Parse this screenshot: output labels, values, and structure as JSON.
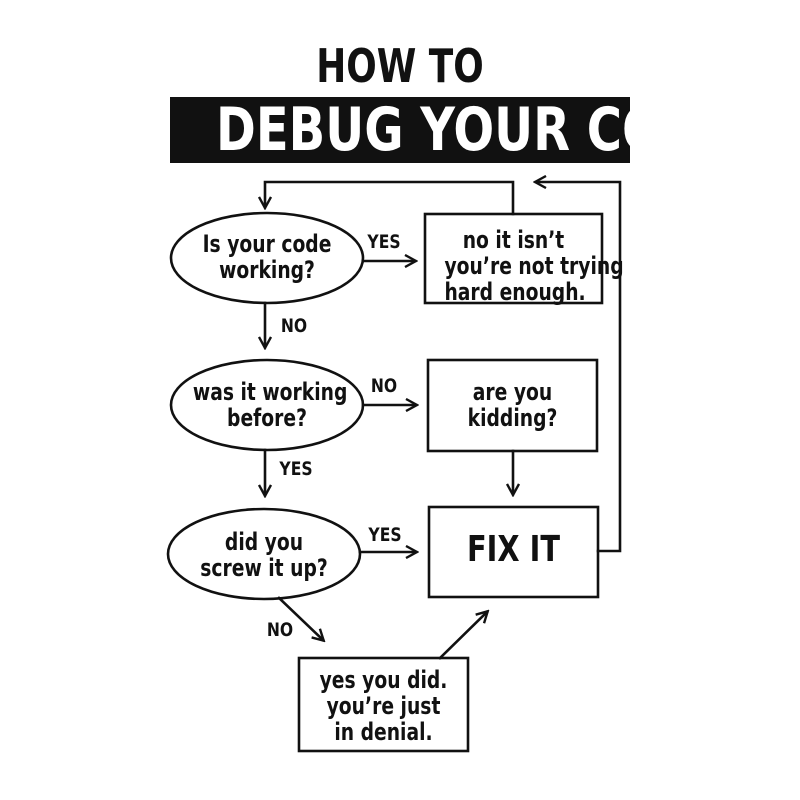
{
  "title": {
    "line1": "HOW TO",
    "line2": "DEBUG YOUR CODE"
  },
  "nodes": {
    "q_working": {
      "lines": [
        "Is your code",
        "working?"
      ]
    },
    "r_not_trying": {
      "lines": [
        "no it isn’t",
        "you’re not trying",
        "hard enough."
      ]
    },
    "q_before": {
      "lines": [
        "was it working",
        "before?"
      ]
    },
    "r_kidding": {
      "lines": [
        "are you",
        "kidding?"
      ]
    },
    "q_screw": {
      "lines": [
        "did you",
        "screw it up?"
      ]
    },
    "r_fix": {
      "lines": [
        "FIX IT"
      ]
    },
    "r_denial": {
      "lines": [
        "yes you did.",
        "you’re just",
        "in denial."
      ]
    }
  },
  "edges": {
    "working_yes": "YES",
    "working_no": "NO",
    "before_no": "NO",
    "before_yes": "YES",
    "screw_yes": "YES",
    "screw_no": "NO"
  },
  "colors": {
    "ink": "#111111",
    "paper": "#ffffff"
  }
}
